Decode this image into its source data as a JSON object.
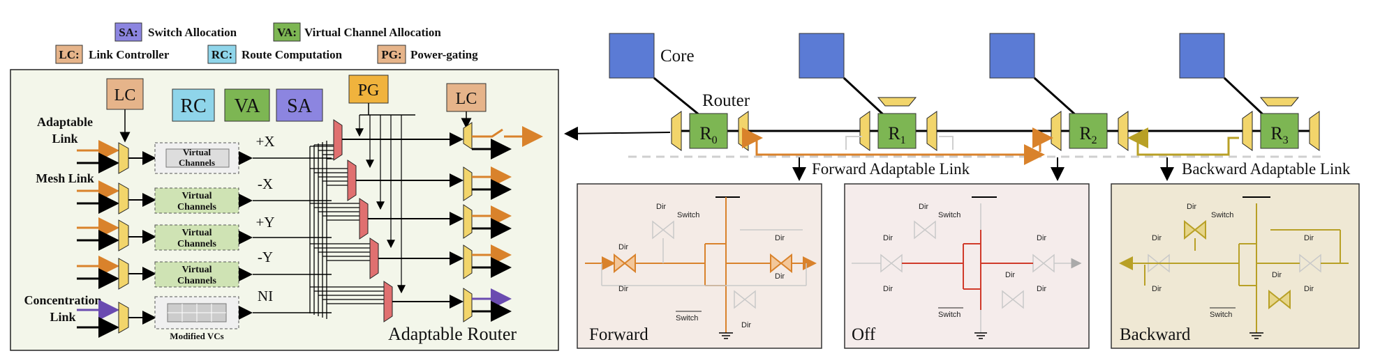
{
  "legend": {
    "sa": {
      "key": "SA:",
      "text": "Switch Allocation"
    },
    "va": {
      "key": "VA:",
      "text": "Virtual Channel Allocation"
    },
    "lc": {
      "key": "LC:",
      "text": "Link Controller"
    },
    "rc": {
      "key": "RC:",
      "text": "Route Computation"
    },
    "pg": {
      "key": "PG:",
      "text": "Power-gating"
    }
  },
  "router": {
    "title": "Adaptable Router",
    "lc_left": "LC",
    "lc_right": "LC",
    "rc": "RC",
    "va": "VA",
    "sa": "SA",
    "pg": "PG",
    "inputs": {
      "adaptable": [
        "Adaptable",
        "Link"
      ],
      "mesh": "Mesh Link",
      "concentration": [
        "Concentration",
        "Link"
      ]
    },
    "vc": [
      "Virtual",
      "Channels"
    ],
    "modified_vcs": "Modified VCs",
    "ports": [
      "+X",
      "-X",
      "+Y",
      "-Y",
      "NI"
    ]
  },
  "topology": {
    "core": "Core",
    "router": "Router",
    "routers": [
      {
        "base": "R",
        "sub": "0"
      },
      {
        "base": "R",
        "sub": "1"
      },
      {
        "base": "R",
        "sub": "2"
      },
      {
        "base": "R",
        "sub": "3"
      }
    ],
    "forward_label": "Forward Adaptable Link",
    "backward_label": "Backward Adaptable Link"
  },
  "panels": {
    "forward": {
      "title": "Forward"
    },
    "off": {
      "title": "Off"
    },
    "backward": {
      "title": "Backward"
    },
    "switch": "Switch",
    "dir": "Dir"
  },
  "colors": {
    "orange": "#d9822b",
    "red": "#d03a2a",
    "olive": "#b8a026",
    "purple": "#6a4bb0",
    "blue": "#5b7bd5",
    "green": "#7db653",
    "yellow": "#f2d56b",
    "pink": "#e07070"
  }
}
